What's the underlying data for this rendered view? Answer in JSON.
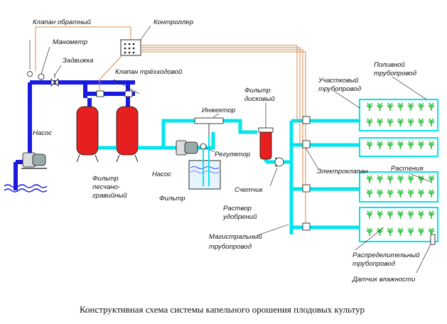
{
  "caption": "Конструктивная схема системы капельного орошения плодовых культур",
  "labels": {
    "check_valve": "Клапан обратный",
    "manometer": "Манометр",
    "gate_valve": "Задвижка",
    "controller": "Контроллер",
    "three_way_valve": "Клапан трёхходовой",
    "pump_main": "Насос",
    "sand_filter_1": "Фильтр",
    "sand_filter_2": "песчано-",
    "sand_filter_3": "гравийный",
    "injector": "Инжектор",
    "disc_filter_1": "Фильтр",
    "disc_filter_2": "дисковый",
    "regulator": "Регулятор",
    "pump_secondary": "Насос",
    "filter": "Фильтр",
    "meter": "Счетчик",
    "fertilizer_1": "Раствор",
    "fertilizer_2": "удобрений",
    "main_pipe_1": "Магистральный",
    "main_pipe_2": "трубопровод",
    "solenoid": "Электроклапан",
    "irrigation_pipe_1": "Поливной",
    "irrigation_pipe_2": "трубопровод",
    "section_pipe_1": "Участковый",
    "section_pipe_2": "трубопровод",
    "plants": "Растения",
    "distribution_pipe_1": "Распределительный",
    "distribution_pipe_2": "трубопровод",
    "moisture_sensor": "Датчик влажности"
  },
  "colors": {
    "intake_pipe": "#1a1ae0",
    "water_pipe": "#00e5ee",
    "tank": "#e62020",
    "control_wire": "#d9884a",
    "plant": "#2ec440",
    "outline": "#111111"
  }
}
